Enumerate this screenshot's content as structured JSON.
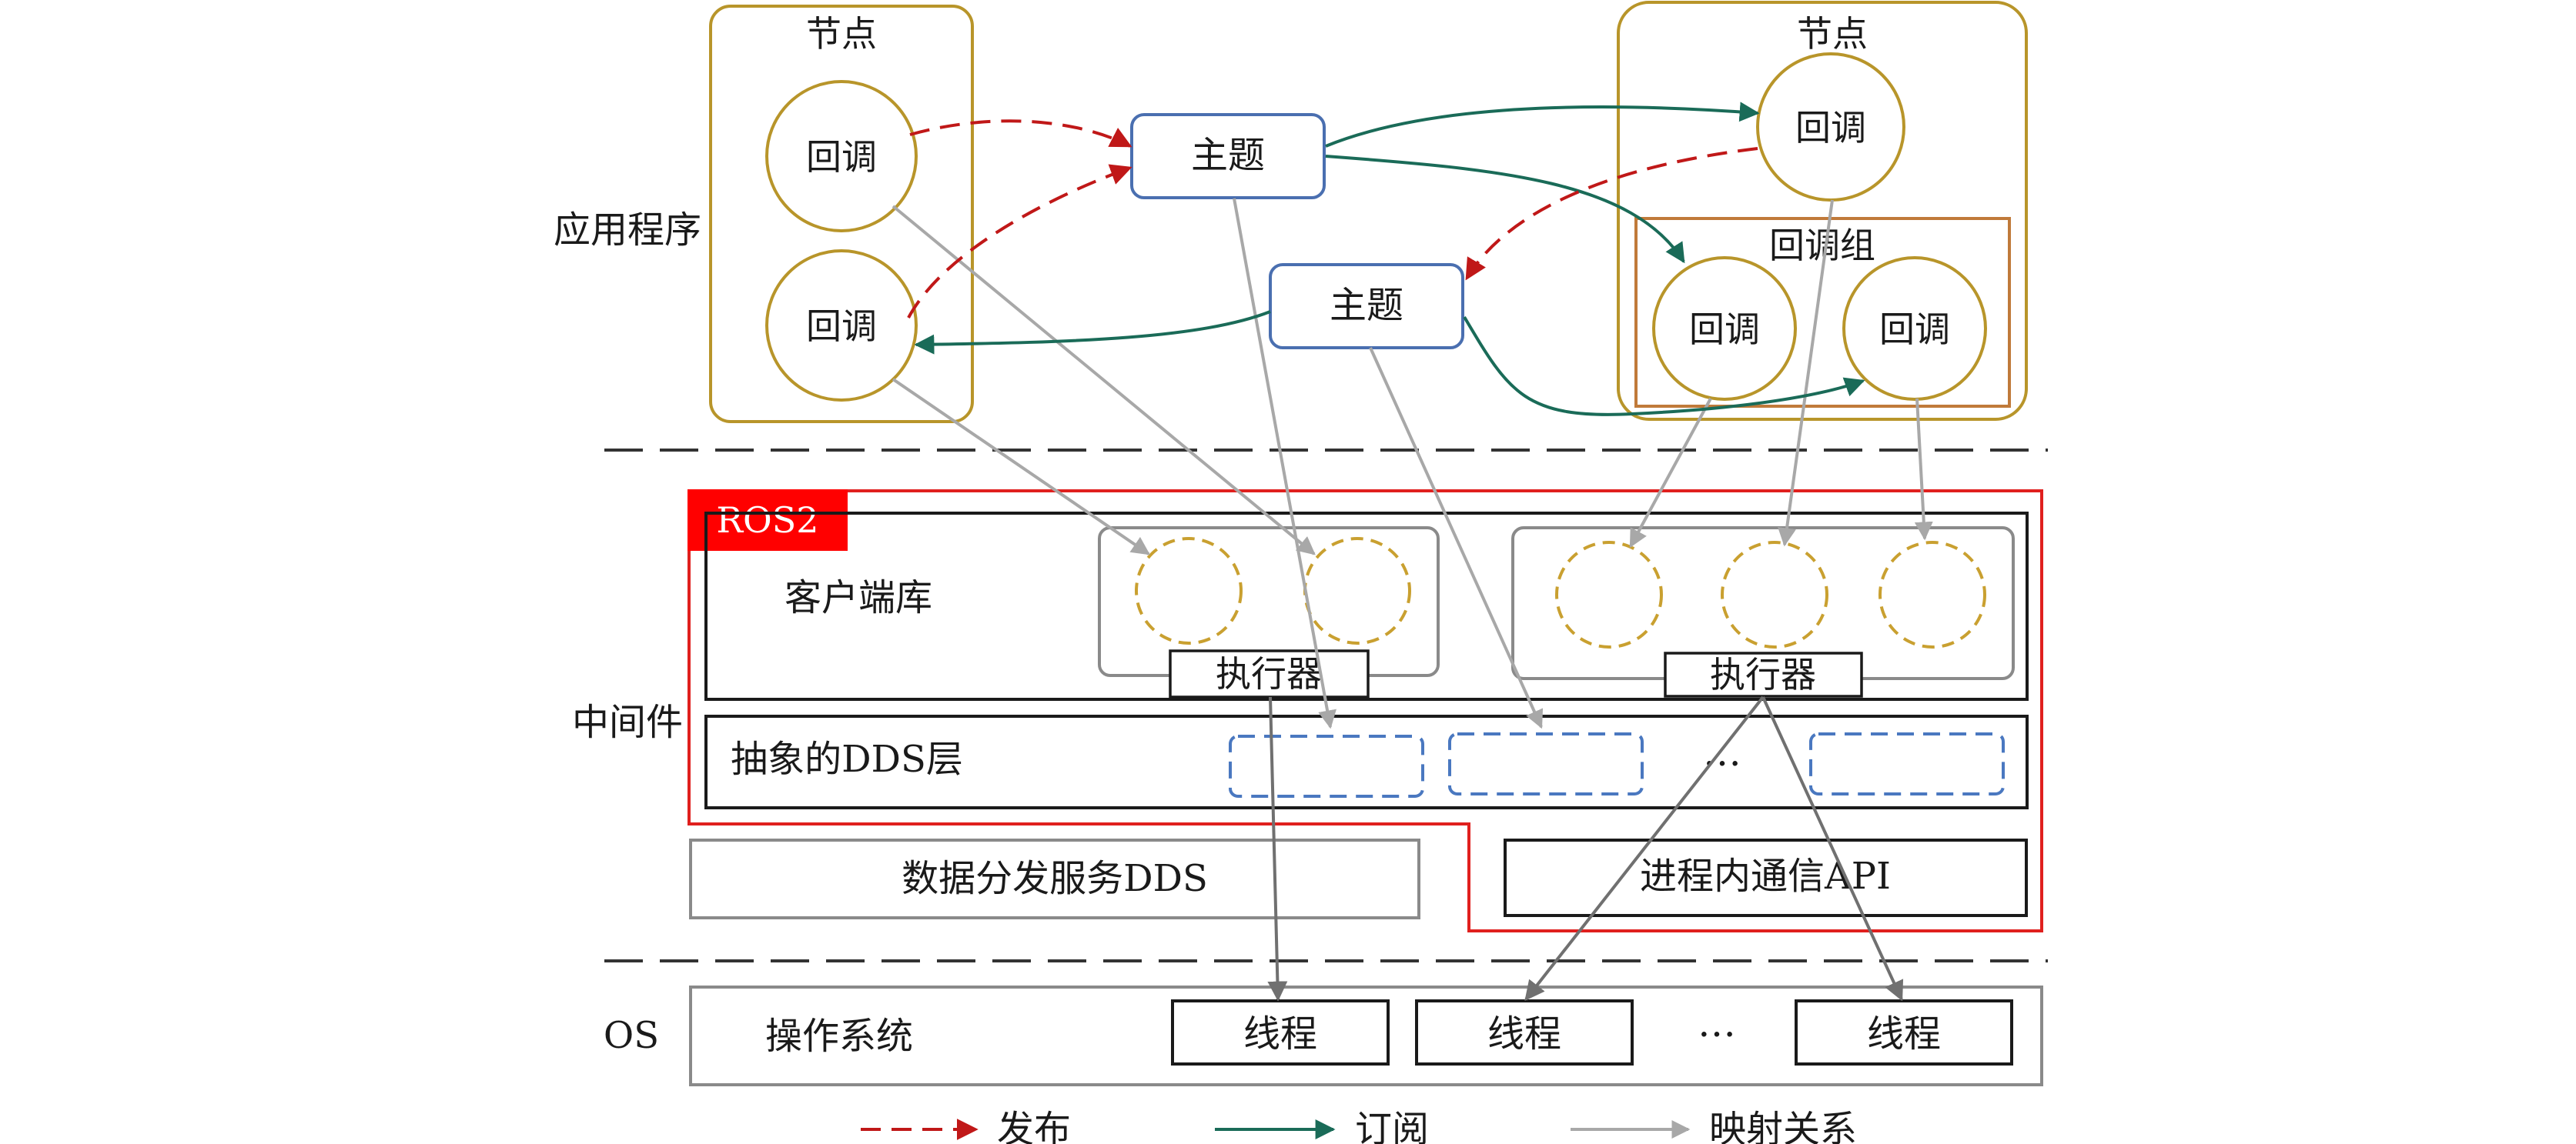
{
  "layers": {
    "application": "应用程序",
    "middleware": "中间件",
    "os": "OS"
  },
  "nodes": {
    "left": {
      "title": "节点",
      "callback_a": "回调",
      "callback_b": "回调"
    },
    "right": {
      "title": "节点",
      "callback_top": "回调",
      "group_label": "回调组",
      "group_callback_a": "回调",
      "group_callback_b": "回调"
    }
  },
  "topics": {
    "topic_a": "主题",
    "topic_b": "主题"
  },
  "middleware": {
    "ros2_label": "ROS2",
    "client_library": "客户端库",
    "executor_a": "执行器",
    "executor_b": "执行器",
    "dds_abstraction": "抽象的DDS层",
    "dds_ellipsis": "…",
    "dds": "数据分发服务DDS",
    "intra_process": "进程内通信API"
  },
  "os_layer": {
    "label": "操作系统",
    "thread_a": "线程",
    "thread_b": "线程",
    "ellipsis": "…",
    "thread_c": "线程"
  },
  "legend": {
    "publish": "发布",
    "subscribe": "订阅",
    "mapping": "映射关系"
  },
  "colors": {
    "node_border": "#b8952a",
    "topic_border": "#4a6fb0",
    "group_border": "#c07a3a",
    "ros2_red": "#e0201e",
    "publish": "#c01818",
    "subscribe": "#1a6b58",
    "mapping": "#a8a8a8",
    "executor_arrow": "#707070",
    "dashed_blue": "#4a78c0",
    "dashed_gold": "#c9a030"
  }
}
